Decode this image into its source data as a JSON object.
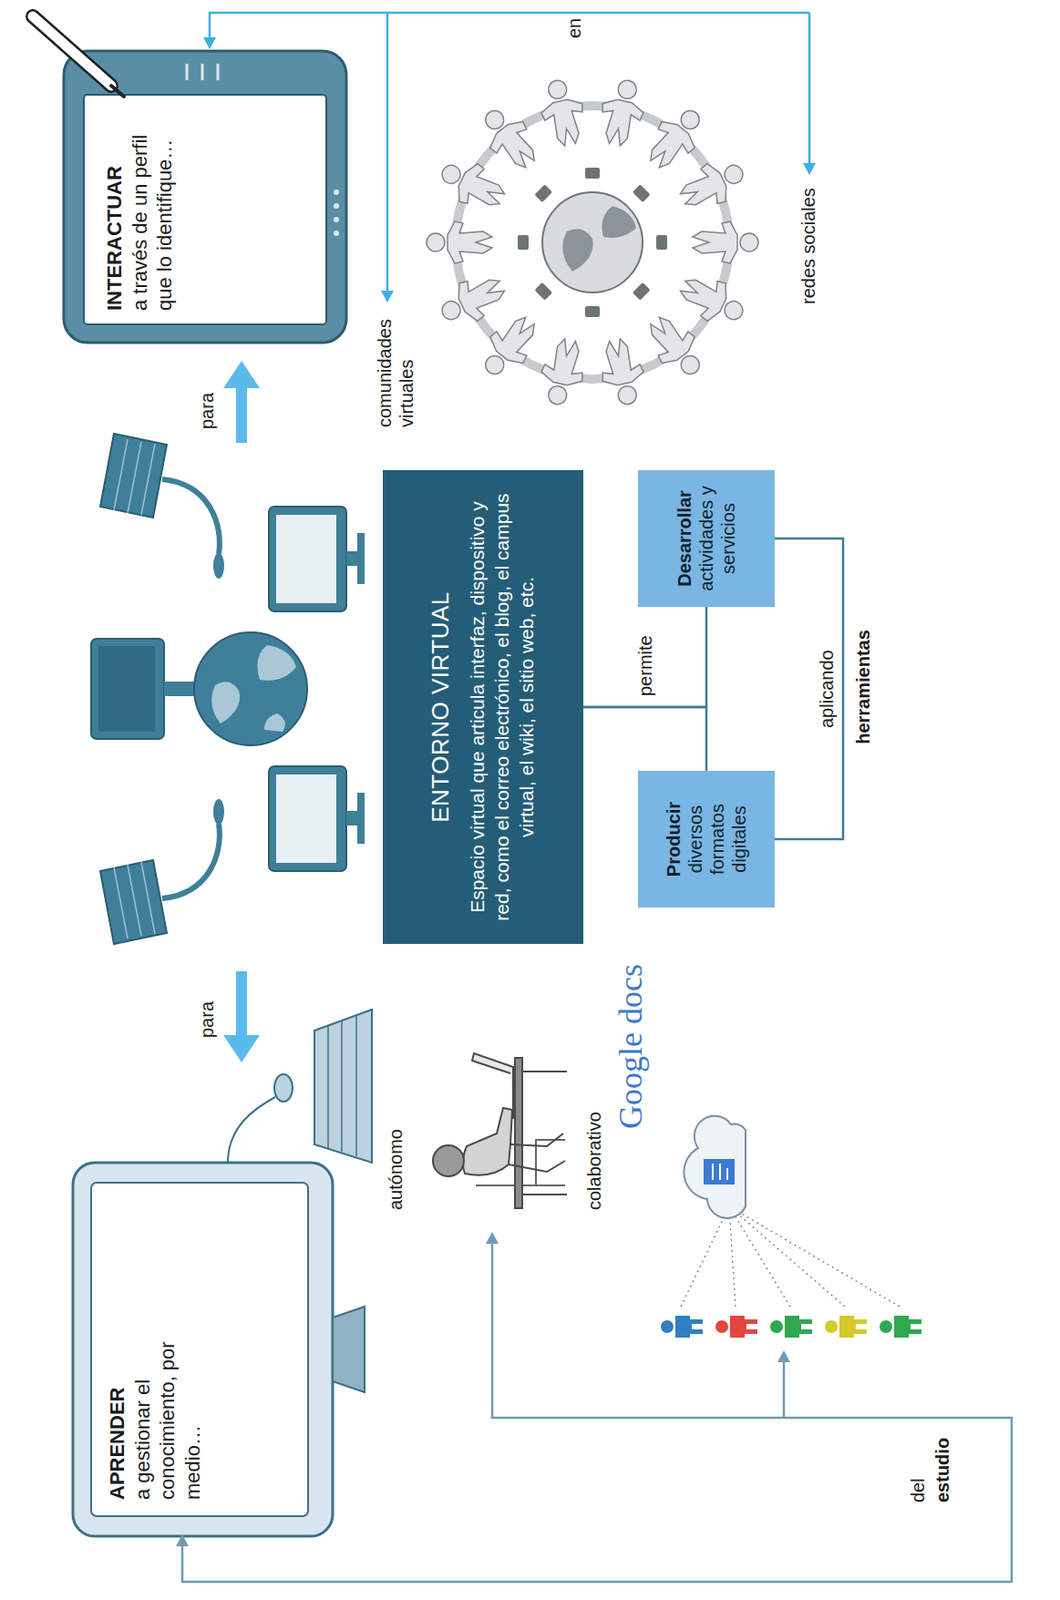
{
  "diagram": {
    "nodes": [
      {
        "text": [
          "APRENDER",
          "a gestionar el conocimiento, por medio…"
        ]
      },
      {
        "text": [
          "INTERACTUAR",
          "a través de un perfil que lo identifique…"
        ]
      },
      {
        "text": [
          "ENTORNO VIRTUAL",
          "Espacio virtual que articula interfaz, dispositivo y red, como el correo electrónico, el blog, el campus virtual, el wiki, el sitio web, etc."
        ]
      },
      {
        "text": [
          "Producir",
          "diversos formatos digitales"
        ]
      },
      {
        "text": [
          "Desarrollar",
          "actividades y servicios"
        ]
      }
    ],
    "edges": [
      {
        "from": 2,
        "to": 3,
        "arrow": "none",
        "label": "permite"
      },
      {
        "from": 2,
        "to": 4,
        "arrow": "none"
      },
      {
        "from": 3,
        "to": 4,
        "arrow": "none",
        "label": "aplicando"
      }
    ],
    "labels": [
      "para",
      "para",
      "en",
      "comunidades virtuales",
      "redes sociales",
      "herramientas",
      "autónomo",
      "colaborativo",
      "Google docs",
      "del",
      "estudio"
    ]
  }
}
